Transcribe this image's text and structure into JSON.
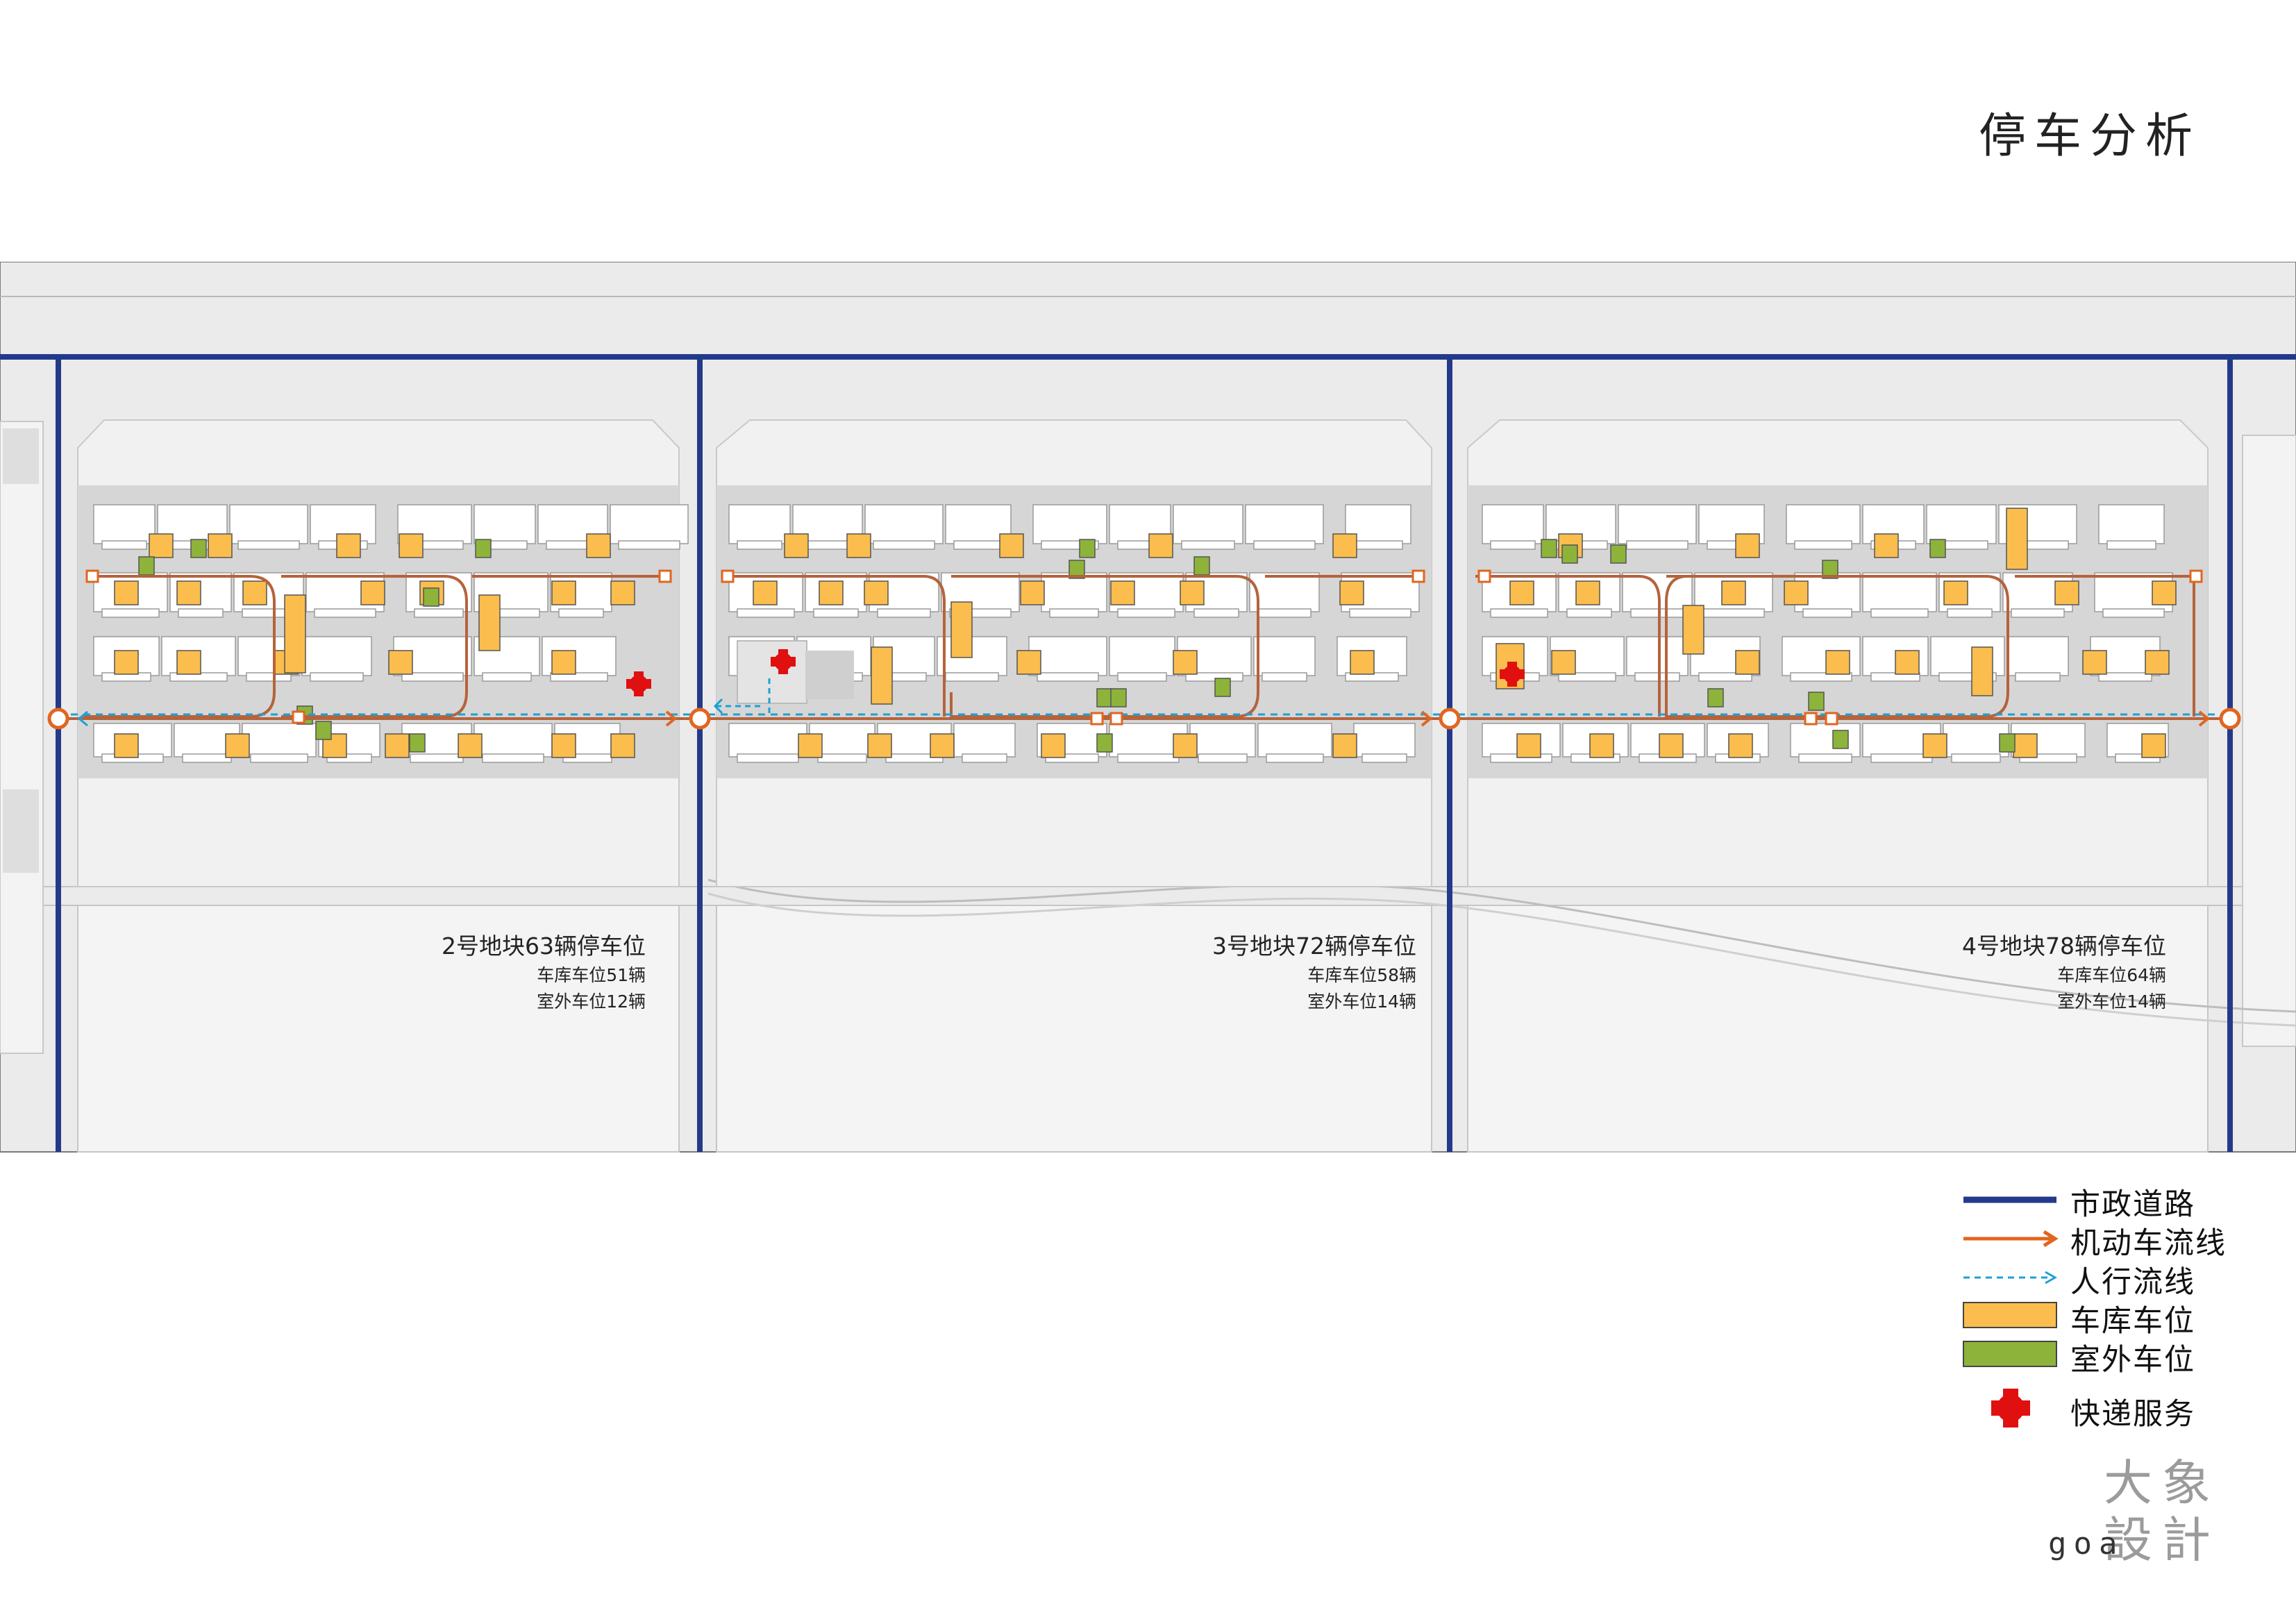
{
  "title": "停车分析",
  "plots": [
    {
      "name": "2号地块63辆停车位",
      "garage": "车库车位51辆",
      "outdoor": "室外车位12辆"
    },
    {
      "name": "3号地块72辆停车位",
      "garage": "车库车位58辆",
      "outdoor": "室外车位14辆"
    },
    {
      "name": "4号地块78辆停车位",
      "garage": "车库车位64辆",
      "outdoor": "室外车位14辆"
    }
  ],
  "legend": {
    "municipal_road": "市政道路",
    "vehicle_flow": "机动车流线",
    "pedestrian_flow": "人行流线",
    "garage_parking": "车库车位",
    "outdoor_parking": "室外车位",
    "express_service": "快递服务"
  },
  "brand": {
    "line1": "大象",
    "line2": "設計",
    "latin": "goa"
  },
  "colors": {
    "municipal_road": "#233a8b",
    "vehicle_flow": "#e2651f",
    "pedestrian_flow": "#1ea0d6",
    "garage_parking": "#fbbd4d",
    "outdoor_parking": "#8db33b",
    "express_service": "#e01010",
    "road_surface": "#e9e9e9",
    "site": "#d9d9d9",
    "building": "#ffffff"
  }
}
